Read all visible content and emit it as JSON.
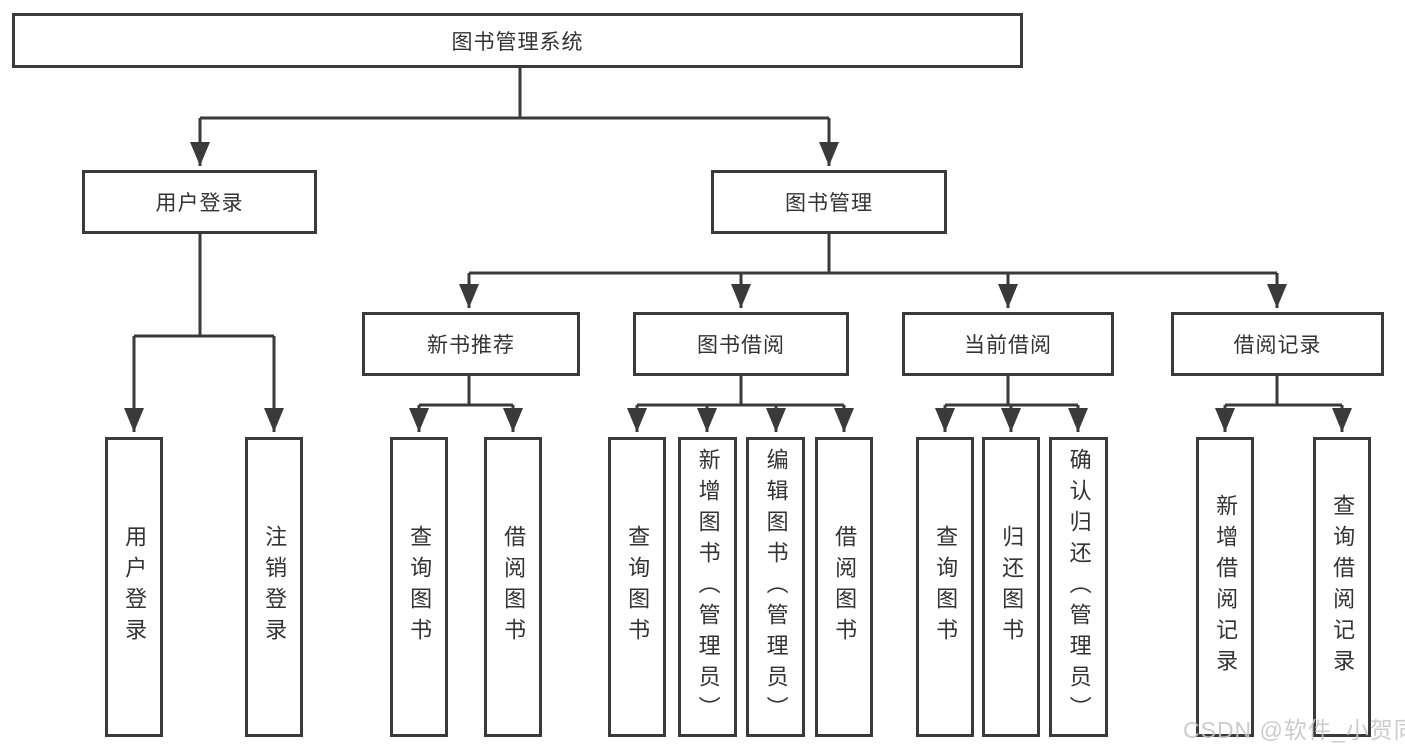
{
  "tree": {
    "label": "图书管理系统",
    "children": [
      {
        "label": "用户登录",
        "children": [
          {
            "label": "用户登录"
          },
          {
            "label": "注销登录"
          }
        ]
      },
      {
        "label": "图书管理",
        "children": [
          {
            "label": "新书推荐",
            "children": [
              {
                "label": "查询图书"
              },
              {
                "label": "借阅图书"
              }
            ]
          },
          {
            "label": "图书借阅",
            "children": [
              {
                "label": "查询图书"
              },
              {
                "label": "新增图书（管理员）"
              },
              {
                "label": "编辑图书（管理员）"
              },
              {
                "label": "借阅图书"
              }
            ]
          },
          {
            "label": "当前借阅",
            "children": [
              {
                "label": "查询图书"
              },
              {
                "label": "归还图书"
              },
              {
                "label": "确认归还（管理员）"
              }
            ]
          },
          {
            "label": "借阅记录",
            "children": [
              {
                "label": "新增借阅记录"
              },
              {
                "label": "查询借阅记录"
              }
            ]
          }
        ]
      }
    ]
  },
  "watermark": {
    "text": "CSDN @软件_小贺同学"
  },
  "colors": {
    "line": "#3a3a3a",
    "box_border": "#3a3a3a",
    "text": "#333333",
    "watermark": "#c7c7c7",
    "background": "#ffffff"
  }
}
